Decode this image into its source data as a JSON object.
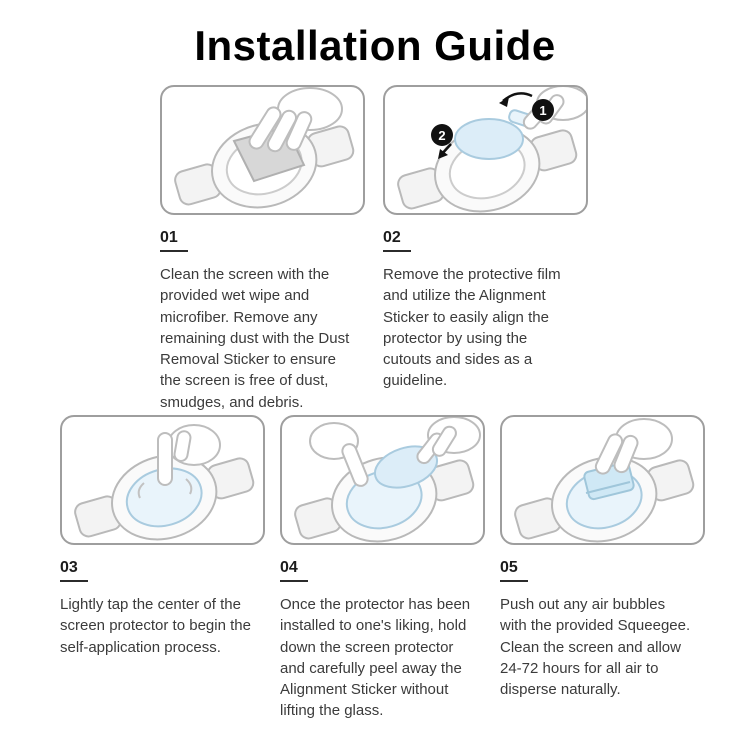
{
  "title": "Installation Guide",
  "steps": [
    {
      "number": "01",
      "text": "Clean the screen with the provided wet wipe and microfiber. Remove any remaining dust with the Dust Removal Sticker to ensure the screen is free of dust, smudges, and debris."
    },
    {
      "number": "02",
      "text": "Remove the protective film and utilize the Alignment Sticker to easily align the protector by using the cutouts and sides as a guideline."
    },
    {
      "number": "03",
      "text": "Lightly tap the center of the screen protector to begin the self-application process."
    },
    {
      "number": "04",
      "text": "Once the protector has been installed to one's liking, hold down the screen protector and carefully peel away the Alignment Sticker without lifting the glass."
    },
    {
      "number": "05",
      "text": "Push out any air bubbles with the provided Squeegee. Clean the screen and allow 24-72 hours for all air to disperse naturally."
    }
  ],
  "badges": {
    "one": "1",
    "two": "2"
  },
  "colors": {
    "protector_blue": "#dcedf8",
    "protector_blue_stroke": "#a9cbdf",
    "outline_gray": "#b9b9b9",
    "wipe_gray": "#d7d7d7",
    "box_border": "#9e9e9e",
    "text": "#3b3b3b",
    "badge_black": "#111111"
  }
}
